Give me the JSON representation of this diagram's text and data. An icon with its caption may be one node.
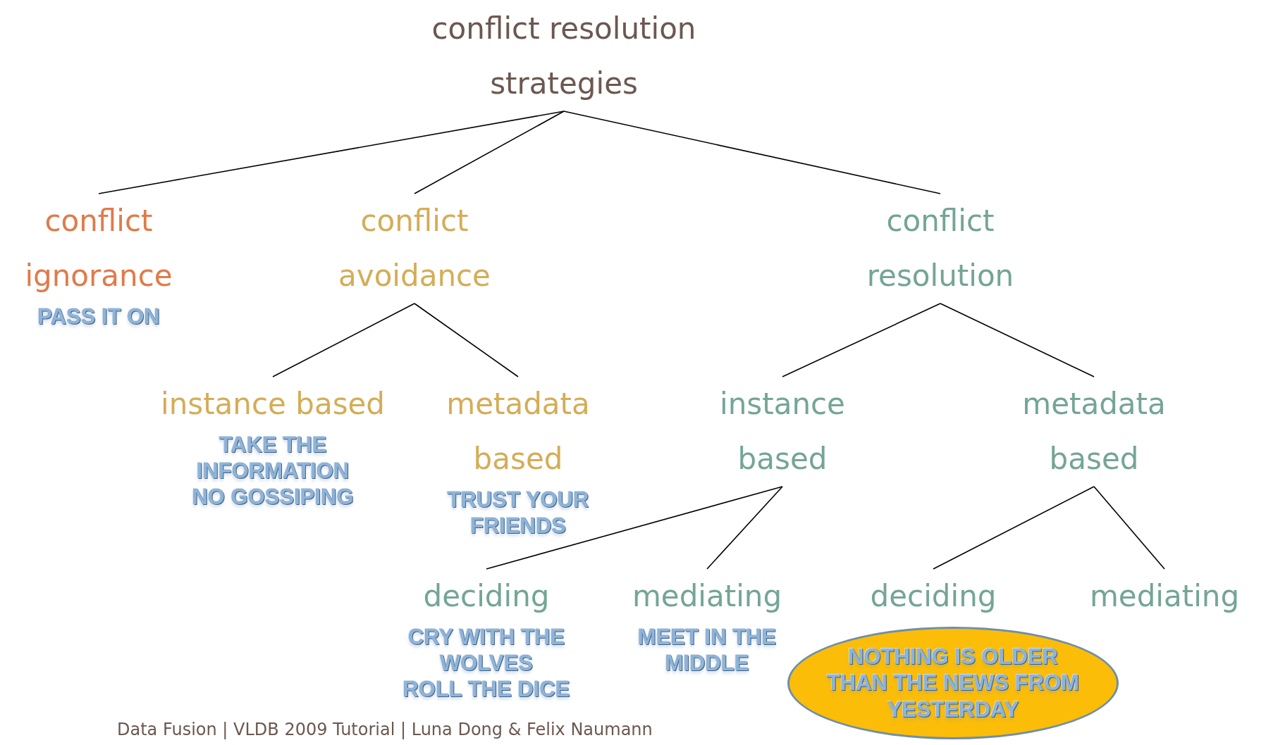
{
  "diagram": {
    "nodes": [
      {
        "text": [
          "conflict resolution strategies"
        ]
      },
      {
        "text": [
          "conflict ignorance"
        ],
        "beside": [
          "PASS IT ON"
        ]
      },
      {
        "text": [
          "conflict avoidance"
        ]
      },
      {
        "text": [
          "conflict resolution"
        ]
      },
      {
        "text": [
          "instance based"
        ],
        "beside": [
          "TAKE THE INFORMATION",
          "NO GOSSIPING"
        ]
      },
      {
        "text": [
          "metadata based"
        ],
        "beside": [
          "TRUST YOUR FRIENDS"
        ]
      },
      {
        "text": [
          "instance based"
        ]
      },
      {
        "text": [
          "metadata based"
        ]
      },
      {
        "text": [
          "deciding"
        ],
        "beside": [
          "CRY WITH THE WOLVES",
          "ROLL THE DICE"
        ]
      },
      {
        "text": [
          "mediating"
        ],
        "beside": [
          "MEET IN THE MIDDLE"
        ]
      },
      {
        "text": [
          "deciding"
        ]
      },
      {
        "text": [
          "mediating"
        ]
      },
      {
        "text": [
          "NOTHING IS OLDER THAN THE NEWS FROM YESTERDAY"
        ]
      }
    ],
    "edges": [
      {
        "from": 0,
        "to": 1,
        "arrow": "none"
      },
      {
        "from": 0,
        "to": 2,
        "arrow": "none"
      },
      {
        "from": 0,
        "to": 3,
        "arrow": "none"
      },
      {
        "from": 2,
        "to": 4,
        "arrow": "none"
      },
      {
        "from": 2,
        "to": 5,
        "arrow": "none"
      },
      {
        "from": 3,
        "to": 6,
        "arrow": "none"
      },
      {
        "from": 3,
        "to": 7,
        "arrow": "none"
      },
      {
        "from": 6,
        "to": 8,
        "arrow": "none"
      },
      {
        "from": 6,
        "to": 9,
        "arrow": "none"
      },
      {
        "from": 7,
        "to": 10,
        "arrow": "none"
      },
      {
        "from": 7,
        "to": 11,
        "arrow": "none"
      }
    ],
    "labels": [
      "Data Fusion | VLDB 2009 Tutorial | Luna Dong & Felix Naumann"
    ]
  }
}
